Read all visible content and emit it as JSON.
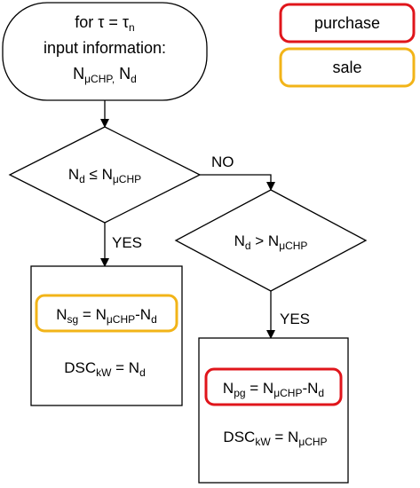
{
  "legend": {
    "purchase": {
      "label": "purchase",
      "color": "#e0151b"
    },
    "sale": {
      "label": "sale",
      "color": "#f2b418"
    }
  },
  "start_node": {
    "line1": "for τ = τ",
    "line1_sub": "n",
    "line2": "input information:",
    "line3_main1": "N",
    "line3_sub1": "μCHP,",
    "line3_main2": " N",
    "line3_sub2": "d"
  },
  "decision1": {
    "left_main": "N",
    "left_sub": "d",
    "op": " ≤ N",
    "right_sub": "μCHP"
  },
  "decision2": {
    "left_main": "N",
    "left_sub": "d",
    "op": " > N",
    "right_sub": "μCHP"
  },
  "labels": {
    "no": "NO",
    "yes1": "YES",
    "yes2": "YES"
  },
  "box_sale": {
    "eq_main1": "N",
    "eq_sub1": "sg",
    "eq_main2": " = N",
    "eq_sub2": "μCHP",
    "eq_main3": "-N",
    "eq_sub3": "d",
    "dsc_main1": "DSC",
    "dsc_sub1": "kW",
    "dsc_main2": " = N",
    "dsc_sub2": "d"
  },
  "box_purchase": {
    "eq_main1": "N",
    "eq_sub1": "pg",
    "eq_main2": " = N",
    "eq_sub2": "μCHP",
    "eq_main3": "-N",
    "eq_sub3": "d",
    "dsc_main1": "DSC",
    "dsc_sub1": "kW",
    "dsc_main2": " = N",
    "dsc_sub2": "μCHP"
  }
}
